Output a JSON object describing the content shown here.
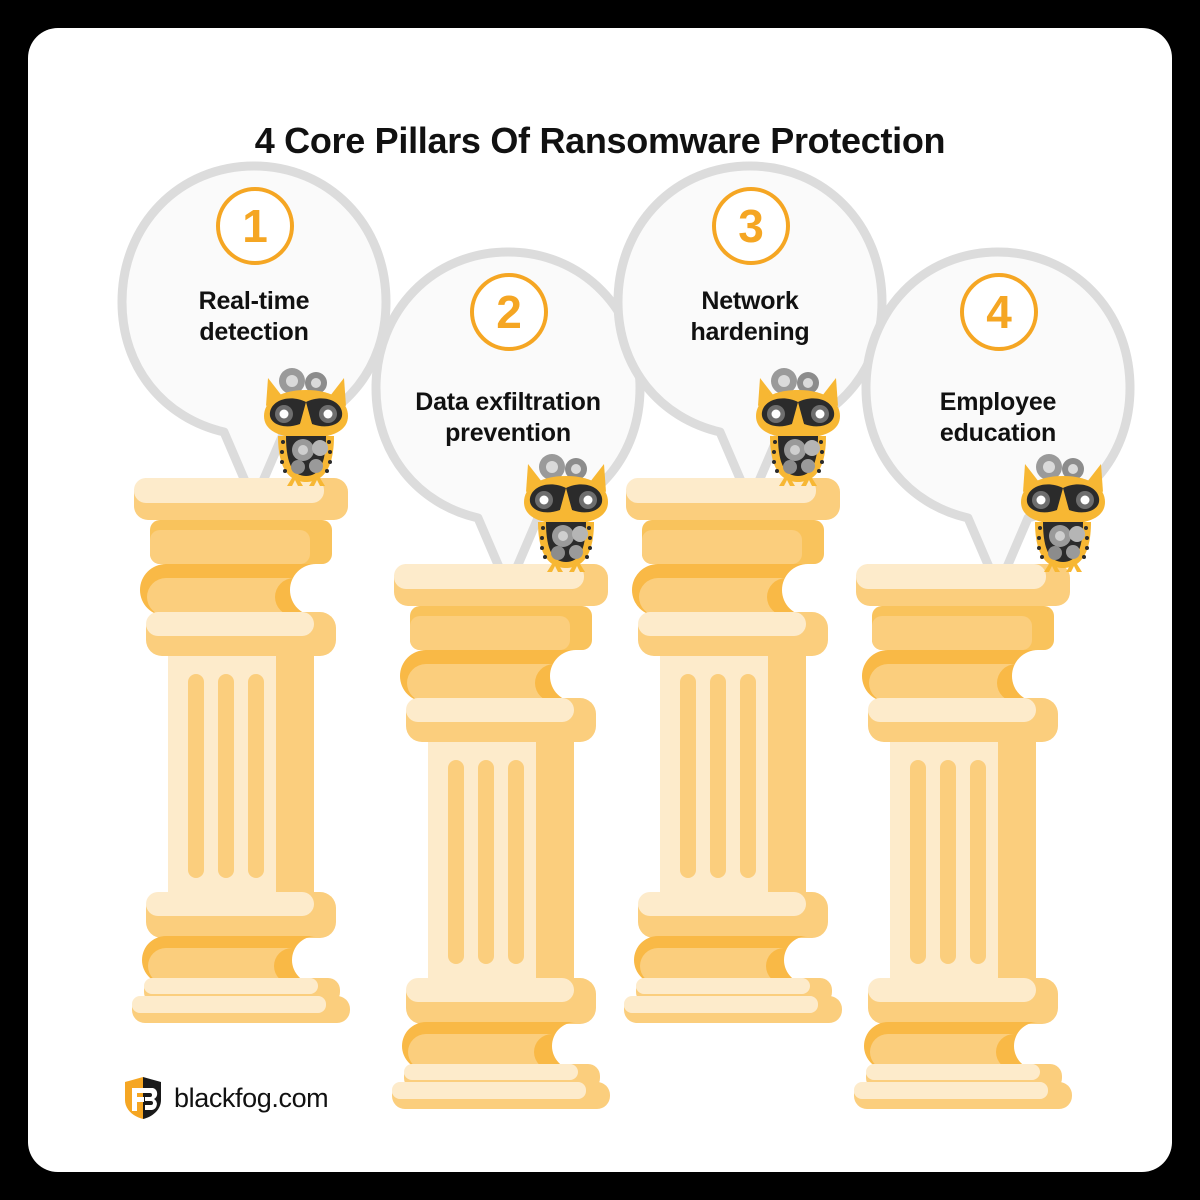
{
  "page": {
    "title": "4 Core Pillars Of Ransomware Protection",
    "background_color": "#000000",
    "card_color": "#ffffff"
  },
  "colors": {
    "accent_orange": "#F5A623",
    "bubble_outline": "#DCDCDC",
    "bubble_fill": "#FAFAFA",
    "pillar_light": "#FDEBCB",
    "pillar_mid": "#FBCE7D",
    "pillar_dark": "#F9B234",
    "owl_body": "#2B2B2B",
    "owl_orange": "#F7B733",
    "text_dark": "#111111"
  },
  "pillars": [
    {
      "number": "1",
      "label_line1": "Real-time",
      "label_line2": "detection"
    },
    {
      "number": "2",
      "label_line1": "Data exfiltration",
      "label_line2": "prevention"
    },
    {
      "number": "3",
      "label_line1": "Network",
      "label_line2": "hardening"
    },
    {
      "number": "4",
      "label_line1": "Employee",
      "label_line2": "education"
    }
  ],
  "footer": {
    "logo_text": "blackfog.com",
    "logo_icon": "shield-logo-icon"
  },
  "icons": {
    "owl": "owl-mascot-icon",
    "pillar": "greek-column-icon",
    "bubble": "speech-bubble-icon"
  }
}
